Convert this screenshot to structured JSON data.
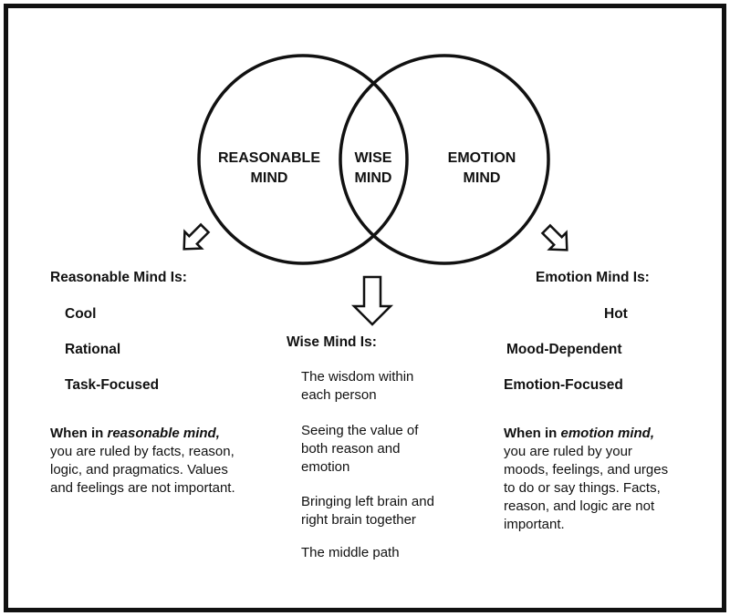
{
  "diagram": {
    "circles": {
      "left": {
        "label_line1": "REASONABLE",
        "label_line2": "MIND"
      },
      "center": {
        "label_line1": "WISE",
        "label_line2": "MIND"
      },
      "right": {
        "label_line1": "EMOTION",
        "label_line2": "MIND"
      }
    },
    "arrows": {
      "left": "arrow-down-left-icon",
      "center": "arrow-down-icon",
      "right": "arrow-down-right-icon"
    },
    "reasonable": {
      "heading": "Reasonable Mind Is:",
      "traits": [
        "Cool",
        "Rational",
        "Task-Focused"
      ],
      "paragraph_lead_bold": "When in ",
      "paragraph_lead_italic": "reasonable mind,",
      "paragraph_lines": [
        "you are ruled by facts, reason,",
        "logic, and pragmatics. Values",
        "and feelings are not important."
      ]
    },
    "wise": {
      "heading": "Wise Mind Is:",
      "items": [
        [
          "The wisdom within",
          "each person"
        ],
        [
          "Seeing the value of",
          "both reason and",
          "emotion"
        ],
        [
          "Bringing left brain and",
          "right brain together"
        ],
        [
          "The middle path"
        ]
      ]
    },
    "emotion": {
      "heading": "Emotion Mind Is:",
      "traits": [
        "Hot",
        "Mood-Dependent",
        "Emotion-Focused"
      ],
      "paragraph_lead_bold": "When in ",
      "paragraph_lead_italic": "emotion mind,",
      "paragraph_lines": [
        "you are ruled by your",
        "moods, feelings, and urges",
        "to do or say things. Facts,",
        "reason, and logic are not",
        "important."
      ]
    }
  }
}
